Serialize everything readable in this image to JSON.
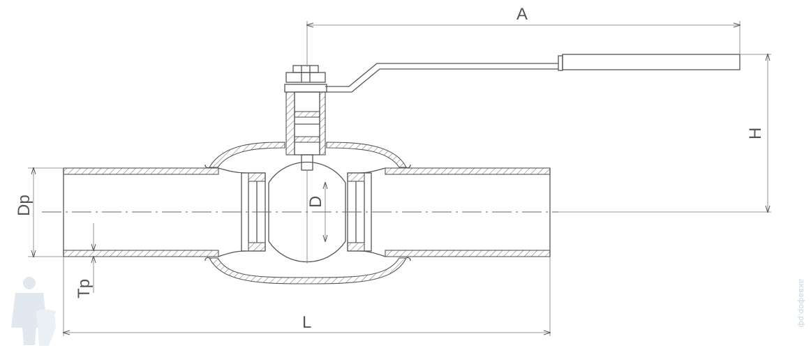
{
  "labels": {
    "A": "A",
    "H": "H",
    "Dp": "Dp",
    "D": "D",
    "Tp": "Tp",
    "L": "L"
  },
  "watermark": {
    "text": "аквафор.рф",
    "icon": "plumber-mascot-icon"
  },
  "colors": {
    "line": "#555555",
    "watermark": "#c9d6e2"
  }
}
